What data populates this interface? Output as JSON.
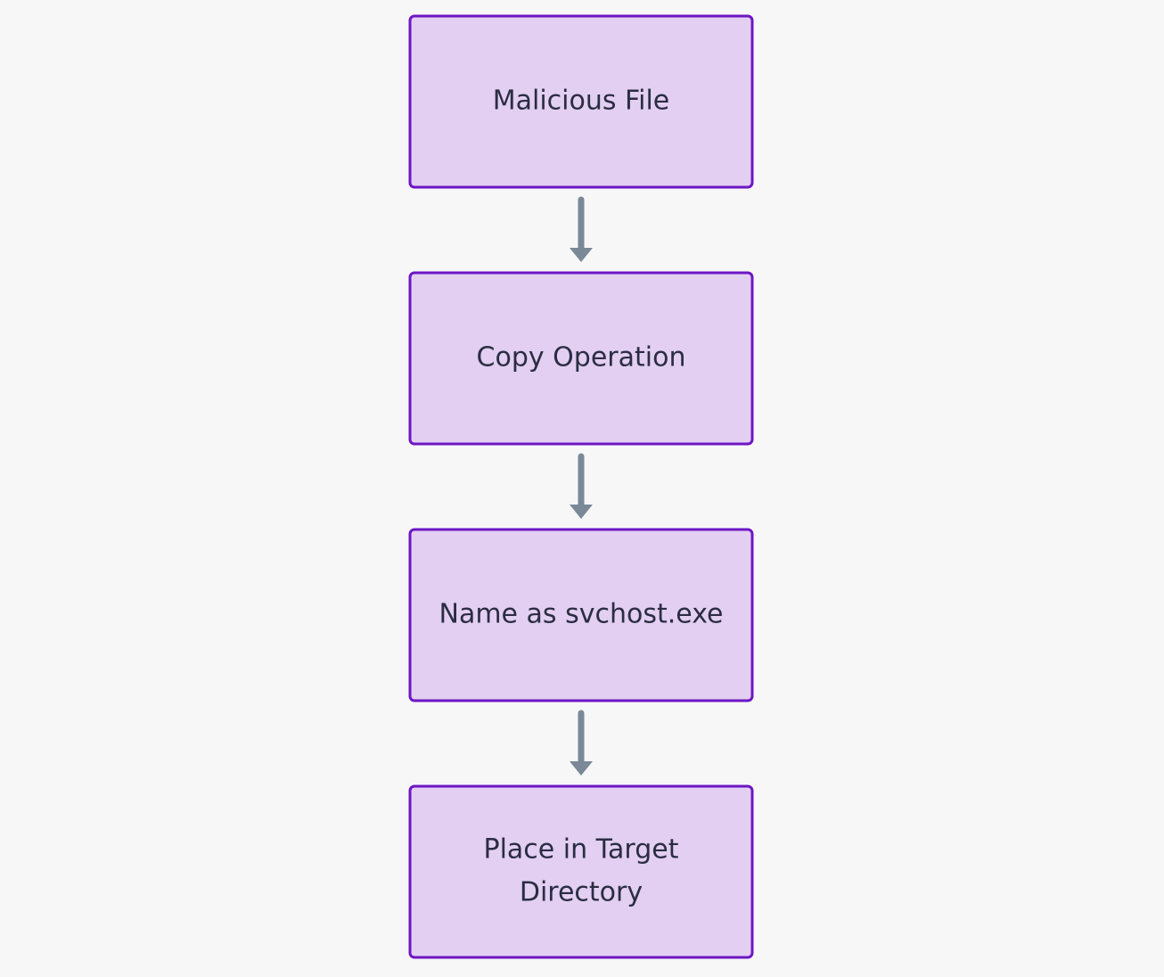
{
  "diagram": {
    "type": "flowchart",
    "direction": "top-to-bottom",
    "colors": {
      "background": "#f7f7f7",
      "node_fill": "#e3cff2",
      "node_border": "#6d16c4",
      "text": "#2b2d42",
      "arrow": "#7a8898"
    },
    "nodes": [
      {
        "id": "malicious-file",
        "lines": [
          "Malicious File"
        ]
      },
      {
        "id": "copy-operation",
        "lines": [
          "Copy Operation"
        ]
      },
      {
        "id": "name-as-svchost",
        "lines": [
          "Name as svchost.exe"
        ]
      },
      {
        "id": "place-in-target-directory",
        "lines": [
          "Place in Target",
          "Directory"
        ]
      }
    ],
    "edges": [
      {
        "from": "malicious-file",
        "to": "copy-operation"
      },
      {
        "from": "copy-operation",
        "to": "name-as-svchost"
      },
      {
        "from": "name-as-svchost",
        "to": "place-in-target-directory"
      }
    ]
  }
}
